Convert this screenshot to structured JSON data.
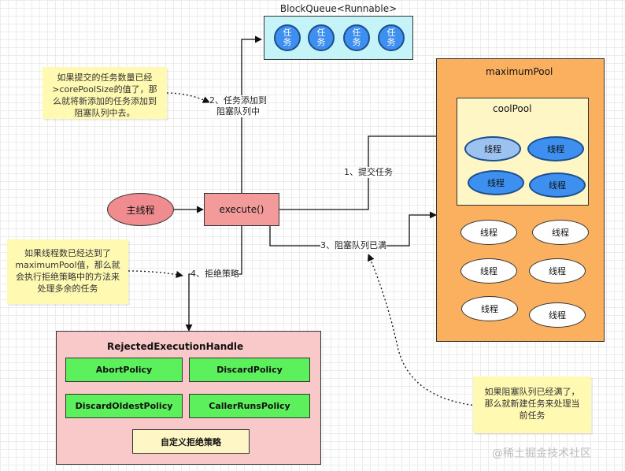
{
  "block_queue": {
    "title": "BlockQueue<Runnable>",
    "tasks": [
      "任务",
      "任务",
      "任务",
      "任务"
    ]
  },
  "main_thread": "主线程",
  "execute": "execute()",
  "maximum_pool": {
    "title": "maximumPool",
    "core_pool": {
      "title": "coolPool",
      "threads": [
        "线程",
        "线程",
        "线程",
        "线程"
      ]
    },
    "extra_threads": [
      "线程",
      "线程",
      "线程",
      "线程",
      "线程",
      "线程"
    ]
  },
  "rejected_handler": {
    "title": "RejectedExecutionHandle",
    "policies": [
      "AbortPolicy",
      "DiscardPolicy",
      "DiscardOldestPolicy",
      "CallerRunsPolicy"
    ],
    "custom": "自定义拒绝策略"
  },
  "edge_labels": {
    "submit": "1、提交任务",
    "add_to_queue": [
      "2、任务添加到",
      "阻塞队列中"
    ],
    "queue_full": "3、阻塞队列已满",
    "reject": "4、拒绝策略"
  },
  "notes": {
    "queue_note": [
      "如果提交的任务数量已经",
      ">corePoolSize的值了，那",
      "么就将新添加的任务添加到",
      "阻塞队列中去。"
    ],
    "max_note": [
      "如果线程数已经达到了",
      "maximumPool值，那么就",
      "会执行拒绝策略中的方法来",
      "处理多余的任务"
    ],
    "full_note": [
      "如果阻塞队列已经满了，",
      "那么就新建任务来处理当",
      "前任务"
    ]
  },
  "watermark": "@稀土掘金技术社区",
  "colors": {
    "queue_fill": "#c4f4f8",
    "task_fill": "#3d8ff0",
    "main_thread_fill": "#f08c90",
    "execute_fill": "#f39b9b",
    "max_pool_fill": "#fbb060",
    "core_pool_fill": "#fff6c6",
    "rejected_fill": "#f9c8c8",
    "policy_fill": "#5cf05c",
    "note_fill": "#fff9b2"
  }
}
